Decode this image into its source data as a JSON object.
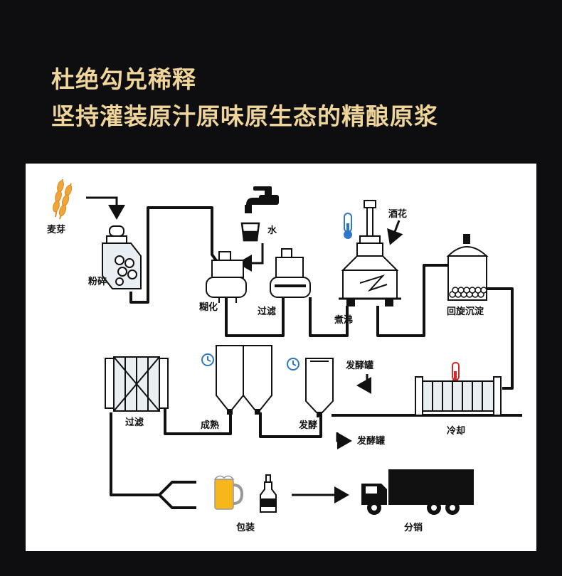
{
  "header": {
    "line1": "杜绝勾兑稀释",
    "line2": "坚持灌装原汁原味原生态的精酿原浆"
  },
  "colors": {
    "background": "#0e0e11",
    "headline": "#efd59a",
    "panel": "#ffffff",
    "pipe": "#111111",
    "accent_blue": "#2e78c8",
    "accent_red": "#d12a2a"
  },
  "steps": {
    "malt": "麦芽",
    "crush": "粉碎",
    "water": "水",
    "mash": "糊化",
    "filter1": "过滤",
    "hops": "酒花",
    "boil": "煮沸",
    "whirlpool": "回旋沉淀",
    "fermenter_in": "发酵罐",
    "cool": "冷却",
    "filter2": "过滤",
    "mature": "成熟",
    "ferment": "发酵",
    "fermenter_out": "发酵罐",
    "package": "包装",
    "distribute": "分销"
  },
  "icons": [
    "wheat-icon",
    "crusher-icon",
    "faucet-icon",
    "water-cup-icon",
    "mash-tun-icon",
    "lauter-tun-icon",
    "thermometer-icon",
    "boil-kettle-icon",
    "whirlpool-tank-icon",
    "clock-icon",
    "fermentation-tank-icon",
    "heat-exchanger-icon",
    "plate-filter-icon",
    "beer-mug-icon",
    "bottle-icon",
    "truck-icon",
    "arrow-icon"
  ]
}
